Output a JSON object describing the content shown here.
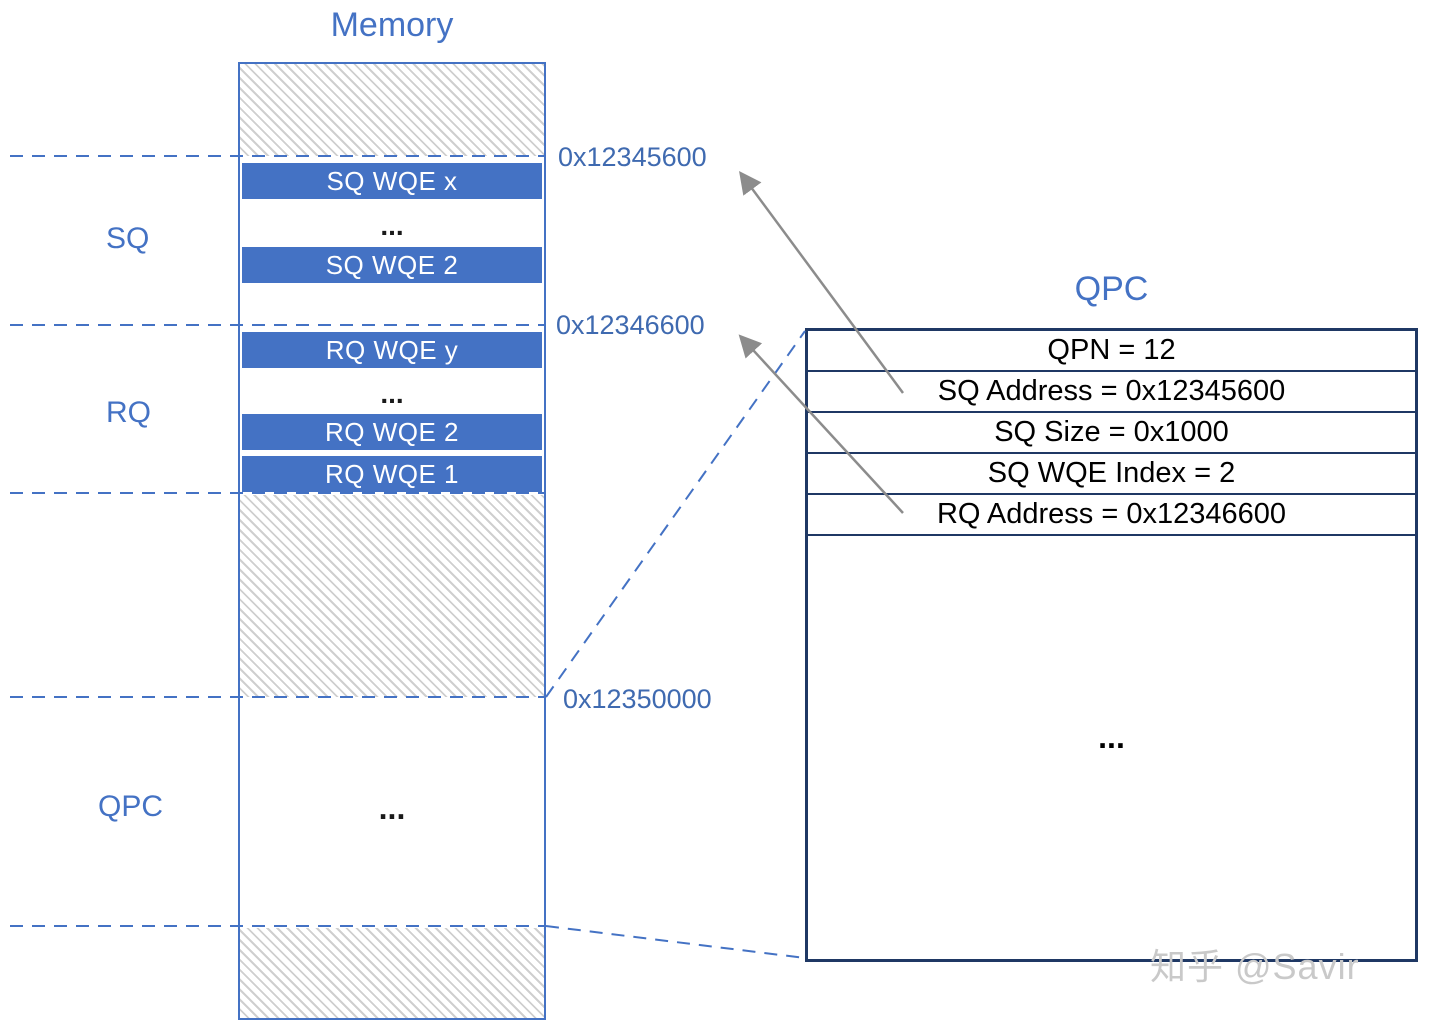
{
  "memory": {
    "title": "Memory",
    "section_labels": {
      "sq": "SQ",
      "rq": "RQ",
      "qpc": "QPC"
    },
    "wqe_blocks": {
      "sq_wqe_x": "SQ WQE x",
      "sq_wqe_2": "SQ WQE 2",
      "rq_wqe_y": "RQ WQE y",
      "rq_wqe_2": "RQ WQE 2",
      "rq_wqe_1": "RQ WQE 1"
    },
    "ellipsis": "...",
    "addresses": {
      "sq_base": "0x12345600",
      "rq_base": "0x12346600",
      "qpc_base": "0x12350000"
    }
  },
  "qpc": {
    "title": "QPC",
    "rows": [
      "QPN = 12",
      "SQ Address = 0x12345600",
      "SQ Size = 0x1000",
      "SQ WQE Index = 2",
      "RQ Address = 0x12346600"
    ],
    "ellipsis": "..."
  },
  "watermark": "知乎 @Savir",
  "colors": {
    "accent_blue": "#4472C4",
    "qpc_border": "#1F3864",
    "arrow_gray": "#8C8C8C"
  }
}
